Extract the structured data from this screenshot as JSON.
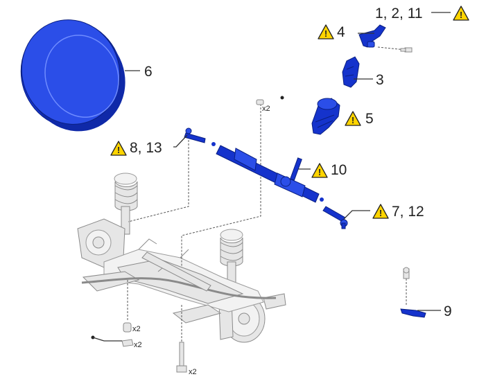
{
  "callouts": [
    {
      "id": "c1",
      "text": "1, 2, 11"
    },
    {
      "id": "c4",
      "text": "4"
    },
    {
      "id": "c3",
      "text": "3"
    },
    {
      "id": "c5",
      "text": "5"
    },
    {
      "id": "c6",
      "text": "6"
    },
    {
      "id": "c8",
      "text": "8, 13"
    },
    {
      "id": "c10",
      "text": "10"
    },
    {
      "id": "c7",
      "text": "7, 12"
    },
    {
      "id": "c9",
      "text": "9"
    }
  ],
  "quantities": {
    "nut_top": "x2",
    "nut_bottom": "x2",
    "clip_bottom": "x2",
    "bolt_bottom": "x2"
  },
  "warning_symbol": "!",
  "colors": {
    "part_blue": "#1533cc",
    "warning_yellow": "#ffd400",
    "assembly_gray": "#e6e6e6"
  },
  "icons": [
    "warning-icon"
  ]
}
